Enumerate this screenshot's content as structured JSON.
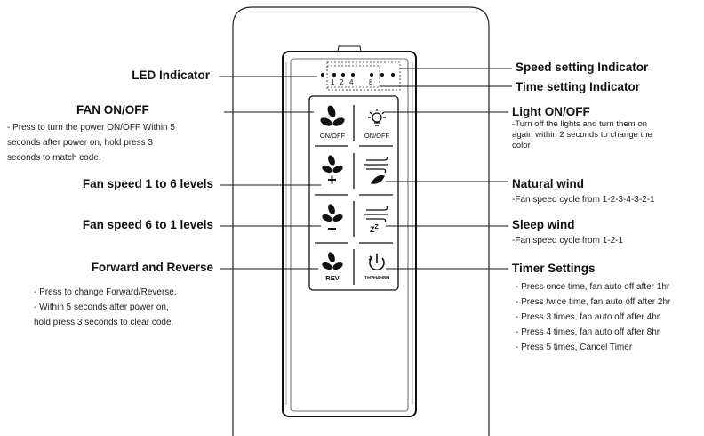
{
  "remote": {
    "speed_digits": [
      "1",
      "2",
      "4",
      "8"
    ],
    "buttons": [
      {
        "name": "fan-onoff-button",
        "icon": "fan-icon",
        "caption": "ON/OFF"
      },
      {
        "name": "light-onoff-button",
        "icon": "light-bulb-icon",
        "caption": "ON/OFF"
      },
      {
        "name": "fan-speed-up-button",
        "icon": "fan-plus-icon",
        "caption": ""
      },
      {
        "name": "natural-wind-button",
        "icon": "wind-leaf-icon",
        "caption": ""
      },
      {
        "name": "fan-speed-down-button",
        "icon": "fan-minus-icon",
        "caption": ""
      },
      {
        "name": "sleep-wind-button",
        "icon": "wind-sleep-icon",
        "caption": "Z"
      },
      {
        "name": "reverse-button",
        "icon": "fan-icon",
        "caption": "REV"
      },
      {
        "name": "timer-button",
        "icon": "timer-icon",
        "caption": "1H2H4H8H"
      }
    ]
  },
  "callouts_left": {
    "led": {
      "title": "LED Indicator"
    },
    "fan_onoff": {
      "title": "FAN ON/OFF",
      "desc": [
        "- Press to turn the power  ON/OFF Within 5",
        "seconds after power on, hold press 3",
        "seconds to match code."
      ]
    },
    "speed_up": {
      "title": "Fan speed 1 to 6 levels"
    },
    "speed_down": {
      "title": "Fan speed 6 to 1 levels"
    },
    "reverse": {
      "title": "Forward and Reverse",
      "desc": [
        "- Press to change Forward/Reverse.",
        "- Within 5 seconds after power on,",
        "hold press  3 seconds to clear code."
      ]
    }
  },
  "callouts_right": {
    "speed_indicator": {
      "title": "Speed setting Indicator"
    },
    "time_indicator": {
      "title": "Time setting Indicator"
    },
    "light": {
      "title": "Light ON/OFF",
      "desc": [
        "-Turn off the lights and turn them on",
        "again within 2 seconds to change the",
        "color"
      ]
    },
    "natural": {
      "title": "Natural wind",
      "desc": [
        "-Fan speed cycle from 1-2-3-4-3-2-1"
      ]
    },
    "sleep": {
      "title": "Sleep wind",
      "desc": [
        "-Fan speed cycle from 1-2-1"
      ]
    },
    "timer": {
      "title": "Timer Settings",
      "desc": [
        "- Press once time, fan auto off  after 1hr",
        "- Press twice time, fan auto off after 2hr",
        "- Press 3 times, fan auto off after 4hr",
        "- Press 4 times, fan auto off after 8hr",
        "- Press 5 times, Cancel Timer"
      ]
    }
  }
}
